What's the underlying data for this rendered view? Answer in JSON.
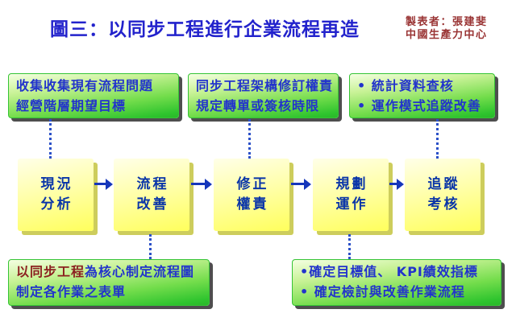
{
  "title": "圖三：以同步工程進行企業流程再造",
  "credit": {
    "author": "製表者：張建斐",
    "organization": "中國生產力中心"
  },
  "top_notes": [
    {
      "lines": [
        "收集收集現有流程問題",
        "經營階層期望目標"
      ]
    },
    {
      "lines": [
        "同步工程架構修訂權責",
        "規定轉單或簽核時限"
      ]
    },
    {
      "lines": [
        "• 統計資料查核",
        "• 運作模式追蹤改善"
      ]
    }
  ],
  "steps": [
    {
      "line1": "現況",
      "line2": "分析"
    },
    {
      "line1": "流程",
      "line2": "改善"
    },
    {
      "line1": "修正",
      "line2": "權責"
    },
    {
      "line1": "規劃",
      "line2": "運作"
    },
    {
      "line1": "追蹤",
      "line2": "考核"
    }
  ],
  "bottom_notes": {
    "left": {
      "line1_highlight": "以同步工程",
      "line1_rest": "為核心制定流程圖",
      "line2": "制定各作業之表單"
    },
    "right": {
      "lines": [
        "•確定目標值、 KPI績效指標",
        "• 確定檢討與改善作業流程"
      ]
    }
  },
  "colors": {
    "title_blue": "#2222cc",
    "credit_red": "#993333",
    "note_text_blue": "#2233cc",
    "step_text_blue": "#0a35a8",
    "highlight_red": "#8b2020",
    "green_box": "#2ec42e",
    "yellow_box": "#ffff5c",
    "connector_blue": "#2b50c8",
    "arrow_blue": "#1536bb"
  }
}
